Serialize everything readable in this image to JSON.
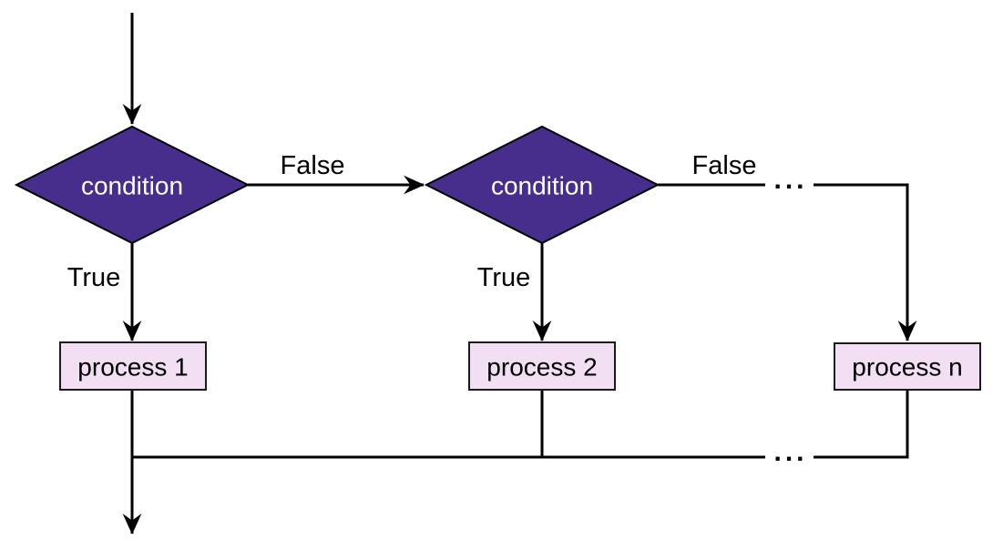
{
  "diagram": {
    "type": "flowchart",
    "background": "#ffffff",
    "colors": {
      "condition_fill": "#472D8C",
      "condition_text": "#FFFFFF",
      "process_fill": "#F3DFF3",
      "process_border": "#1A1A1A",
      "line": "#000000",
      "label_text": "#000000"
    },
    "nodes": {
      "condition1": {
        "label": "condition",
        "shape": "diamond"
      },
      "condition2": {
        "label": "condition",
        "shape": "diamond"
      },
      "process1": {
        "label": "process 1",
        "shape": "rectangle"
      },
      "process2": {
        "label": "process 2",
        "shape": "rectangle"
      },
      "process_n": {
        "label": "process n",
        "shape": "rectangle"
      }
    },
    "edges": [
      {
        "id": "entry",
        "from": "start",
        "to": "condition1",
        "label": ""
      },
      {
        "id": "cond1-true",
        "from": "condition1",
        "to": "process1",
        "label": "True"
      },
      {
        "id": "cond1-false",
        "from": "condition1",
        "to": "condition2",
        "label": "False"
      },
      {
        "id": "cond2-true",
        "from": "condition2",
        "to": "process2",
        "label": "True"
      },
      {
        "id": "cond2-false",
        "from": "condition2",
        "to": "process_n",
        "label": "False",
        "ellipsis": "..."
      },
      {
        "id": "merge-exit",
        "from": "processes",
        "to": "exit",
        "label": "",
        "ellipsis": "..."
      }
    ]
  }
}
